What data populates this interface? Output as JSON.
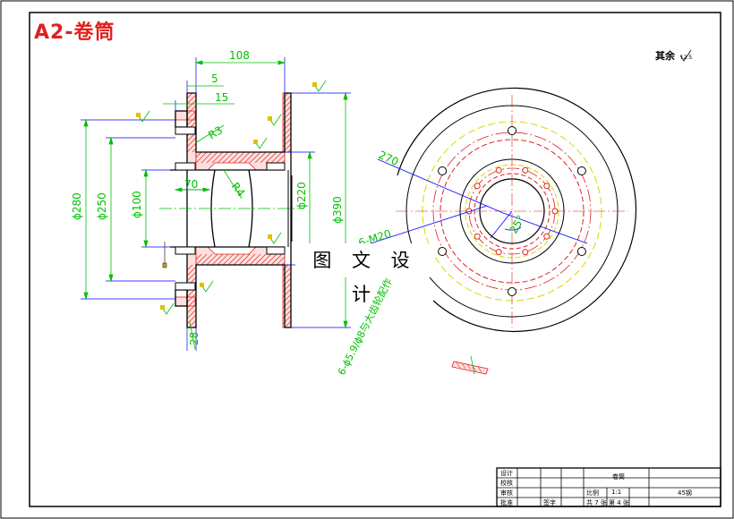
{
  "drawing": {
    "title": "A2-卷筒",
    "roughness_note": "其余",
    "roughness_value": "12.5",
    "watermark": "图 文 设 计"
  },
  "dimensions": {
    "length_108": "108",
    "width_5": "5",
    "width_15": "15",
    "radius_r3": "R3",
    "radius_r4": "R4",
    "length_70": "70",
    "dia_280": "ϕ280",
    "dia_250": "ϕ250",
    "dia_100": "ϕ100",
    "dia_220": "ϕ220",
    "dia_390": "ϕ390",
    "width_28": "28",
    "angle_270": "270",
    "thread_m20": "6-M20",
    "angle_25": "25°",
    "holes_note": "6-ϕ5.9/ϕ8与大齿轮配作"
  },
  "title_block": {
    "design": "设计",
    "check": "校核",
    "review": "审核",
    "approve": "批准",
    "part_name": "卷筒",
    "scale_label": "比例",
    "scale_value": "1:1",
    "sheets_total": "共 7 张",
    "sheet_no": "第 4 张",
    "material": "45钢",
    "seal": "签字"
  },
  "colors": {
    "outline": "#000000",
    "dimension": "#00c000",
    "extension": "#0000ff",
    "hatch": "#e0201c",
    "centerline": "#e0201c",
    "yellow_circle": "#d8d800",
    "title": "#e0201c"
  }
}
